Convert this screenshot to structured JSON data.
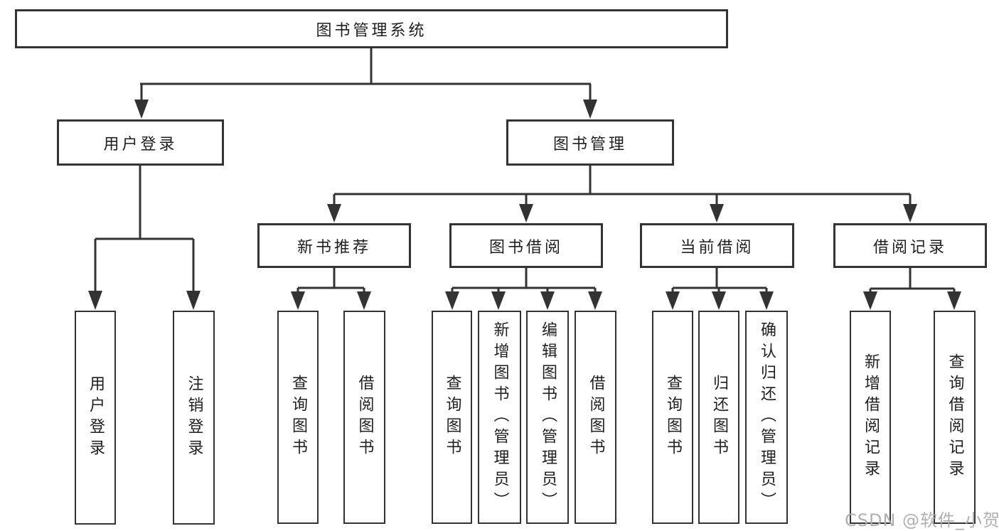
{
  "root": {
    "label": "图书管理系统"
  },
  "level2": {
    "user_login": {
      "label": "用户登录"
    },
    "book_mgmt": {
      "label": "图书管理"
    }
  },
  "level3": {
    "new_book_rec": {
      "label": "新书推荐"
    },
    "book_borrow": {
      "label": "图书借阅"
    },
    "current_borrow": {
      "label": "当前借阅"
    },
    "borrow_record": {
      "label": "借阅记录"
    }
  },
  "leaves": {
    "user_login": {
      "label": "用户登录"
    },
    "logout": {
      "label": "注销登录"
    },
    "rec_query_book": {
      "label": "查询图书"
    },
    "rec_borrow_book": {
      "label": "借阅图书"
    },
    "bb_query_book": {
      "label": "查询图书"
    },
    "bb_add_book": {
      "label": "新增图书（管理员）"
    },
    "bb_edit_book": {
      "label": "编辑图书（管理员）"
    },
    "bb_borrow_book": {
      "label": "借阅图书"
    },
    "cb_query_book": {
      "label": "查询图书"
    },
    "cb_return_book": {
      "label": "归还图书"
    },
    "cb_confirm_return": {
      "label": "确认归还（管理员）"
    },
    "br_add_record": {
      "label": "新增借阅记录"
    },
    "br_query_record": {
      "label": "查询借阅记录"
    }
  },
  "watermark": {
    "text": "CSDN @软件_小贺同学"
  },
  "colors": {
    "line": "#333333",
    "box_border": "#333333",
    "text": "#1f1f1f",
    "watermark": "#acacac",
    "background": "#ffffff"
  }
}
